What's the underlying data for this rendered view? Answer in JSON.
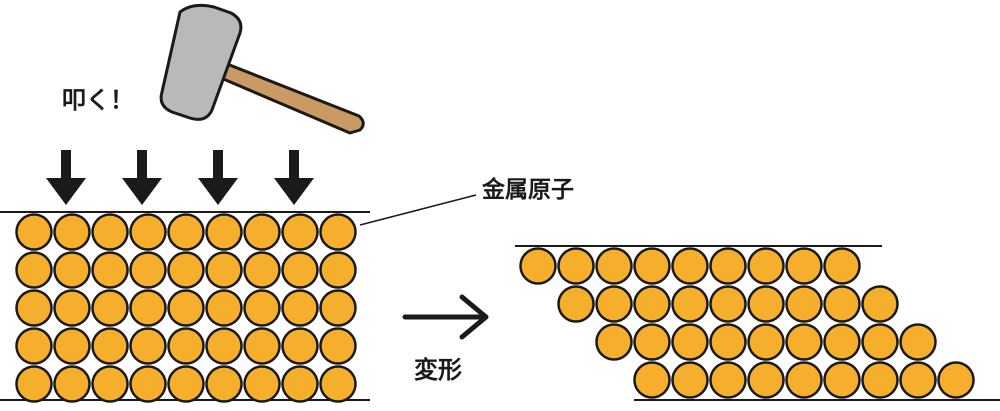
{
  "labels": {
    "strike": "叩く！",
    "metal_atom": "金属原子",
    "deform": "変形"
  },
  "colors": {
    "atom_fill": "#F6AE2D",
    "atom_stroke": "#1a1a1a",
    "hammer_head": "#B9B9B9",
    "hammer_handle": "#C99A63",
    "ink": "#1a1a1a"
  },
  "icons": [
    "hammer-icon",
    "down-arrow-icon",
    "right-arrow-icon"
  ],
  "diagram": {
    "before": {
      "rows": 5,
      "cols": 9
    },
    "after": {
      "rows": 4,
      "cols": 9,
      "shift_per_row": 1
    },
    "strike_arrow_count": 4
  }
}
